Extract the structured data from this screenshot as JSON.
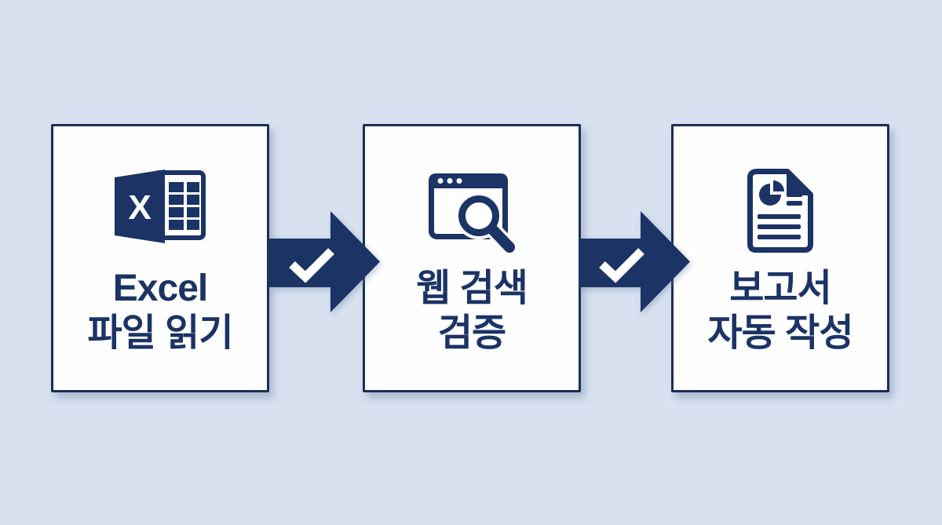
{
  "diagram": {
    "background_color": "#d7e1f0",
    "accent_navy": "#1b3365",
    "box_border_color": "#1c2e54",
    "box_fill_color": "#fefefe",
    "checkmark_color": "#ffffff"
  },
  "steps": [
    {
      "name": "excel-file-read",
      "icon": "excel-file-icon",
      "icon_letter": "X",
      "label_lines": [
        "Excel",
        "파일 읽기"
      ]
    },
    {
      "name": "web-search-verify",
      "icon": "browser-search-icon",
      "label_lines": [
        "웹 검색",
        "검증"
      ]
    },
    {
      "name": "report-auto-write",
      "icon": "report-document-icon",
      "label_lines": [
        "보고서",
        "자동 작성"
      ]
    }
  ],
  "connectors": [
    {
      "name": "arrow-1",
      "icon": "checkmark-icon",
      "direction": "right"
    },
    {
      "name": "arrow-2",
      "icon": "checkmark-icon",
      "direction": "right"
    }
  ]
}
